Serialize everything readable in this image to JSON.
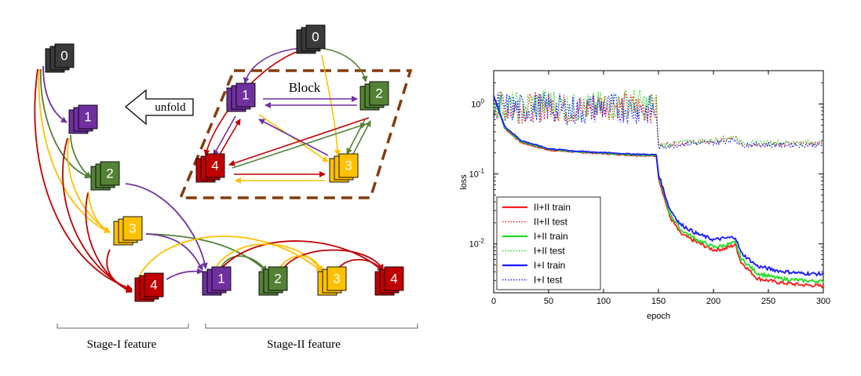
{
  "colors": {
    "n0": "#3a3a3a",
    "n1": "#7030a0",
    "n2": "#548235",
    "n3": "#ffc000",
    "n4": "#c00000",
    "block_border": "#843c0c",
    "train_red": "#ff1a1a",
    "train_green": "#22dd22",
    "train_blue": "#1a1aff"
  },
  "diagram": {
    "unfold_label": "unfold",
    "block_label": "Block",
    "stage1_label": "Stage-I feature",
    "stage2_label": "Stage-II feature",
    "node_labels": {
      "unrolled_0": "0",
      "unrolled_1": "1",
      "unrolled_2": "2",
      "unrolled_3": "3",
      "unrolled_4": "4",
      "stage2_1": "1",
      "stage2_2": "2",
      "stage2_3": "3",
      "stage2_4": "4",
      "block_0": "0",
      "block_1": "1",
      "block_2": "2",
      "block_3": "3",
      "block_4": "4"
    }
  },
  "chart_data": {
    "type": "line",
    "xlabel": "epoch",
    "ylabel": "loss",
    "xlim": [
      0,
      300
    ],
    "ylim": [
      0.002,
      3
    ],
    "yscale": "log",
    "xticks": [
      "0",
      "50",
      "100",
      "150",
      "200",
      "250",
      "300"
    ],
    "yticks": [
      "10^-2",
      "10^-1",
      "10^0"
    ],
    "legend_position": "lower-left",
    "series": [
      {
        "name": "II+II train",
        "color": "#ff1a1a",
        "style": "solid",
        "x": [
          0,
          10,
          25,
          50,
          75,
          100,
          125,
          148,
          150,
          160,
          170,
          185,
          200,
          210,
          220,
          225,
          240,
          260,
          280,
          300
        ],
        "y": [
          1.3,
          0.45,
          0.28,
          0.22,
          0.205,
          0.195,
          0.185,
          0.18,
          0.09,
          0.025,
          0.014,
          0.0105,
          0.0082,
          0.0085,
          0.0098,
          0.0055,
          0.0032,
          0.0028,
          0.0026,
          0.0025
        ]
      },
      {
        "name": "II+II test",
        "color": "#ff1a1a",
        "style": "dotted",
        "x": [
          0,
          10,
          25,
          50,
          75,
          100,
          125,
          148,
          150,
          175,
          200,
          220,
          225,
          250,
          300
        ],
        "y": [
          1.0,
          0.9,
          0.85,
          0.95,
          0.8,
          1.0,
          0.9,
          0.85,
          0.26,
          0.28,
          0.29,
          0.33,
          0.27,
          0.27,
          0.27
        ]
      },
      {
        "name": "I+II train",
        "color": "#22dd22",
        "style": "solid",
        "x": [
          0,
          10,
          25,
          50,
          75,
          100,
          125,
          148,
          150,
          160,
          170,
          185,
          200,
          210,
          220,
          225,
          240,
          260,
          280,
          300
        ],
        "y": [
          1.3,
          0.46,
          0.29,
          0.225,
          0.208,
          0.198,
          0.188,
          0.183,
          0.095,
          0.028,
          0.016,
          0.0115,
          0.009,
          0.0095,
          0.0105,
          0.0062,
          0.0038,
          0.0032,
          0.003,
          0.0029
        ]
      },
      {
        "name": "I+II test",
        "color": "#22dd22",
        "style": "dotted",
        "x": [
          0,
          10,
          25,
          50,
          75,
          100,
          125,
          148,
          150,
          175,
          200,
          220,
          225,
          250,
          300
        ],
        "y": [
          1.0,
          0.95,
          0.9,
          1.05,
          0.85,
          0.95,
          1.05,
          0.9,
          0.25,
          0.29,
          0.3,
          0.34,
          0.28,
          0.28,
          0.28
        ]
      },
      {
        "name": "I+I train",
        "color": "#1a1aff",
        "style": "solid",
        "x": [
          0,
          10,
          25,
          50,
          75,
          100,
          125,
          148,
          150,
          160,
          170,
          185,
          200,
          210,
          220,
          225,
          240,
          260,
          280,
          300
        ],
        "y": [
          1.3,
          0.48,
          0.3,
          0.23,
          0.212,
          0.202,
          0.193,
          0.188,
          0.1,
          0.032,
          0.019,
          0.014,
          0.0115,
          0.012,
          0.0125,
          0.0075,
          0.0048,
          0.0041,
          0.0038,
          0.0037
        ]
      },
      {
        "name": "I+I test",
        "color": "#1a1aff",
        "style": "dotted",
        "x": [
          0,
          10,
          25,
          50,
          75,
          100,
          125,
          148,
          150,
          175,
          200,
          220,
          225,
          250,
          300
        ],
        "y": [
          0.95,
          0.9,
          0.85,
          0.9,
          0.8,
          0.9,
          0.85,
          0.8,
          0.24,
          0.27,
          0.28,
          0.31,
          0.26,
          0.26,
          0.26
        ]
      }
    ]
  }
}
